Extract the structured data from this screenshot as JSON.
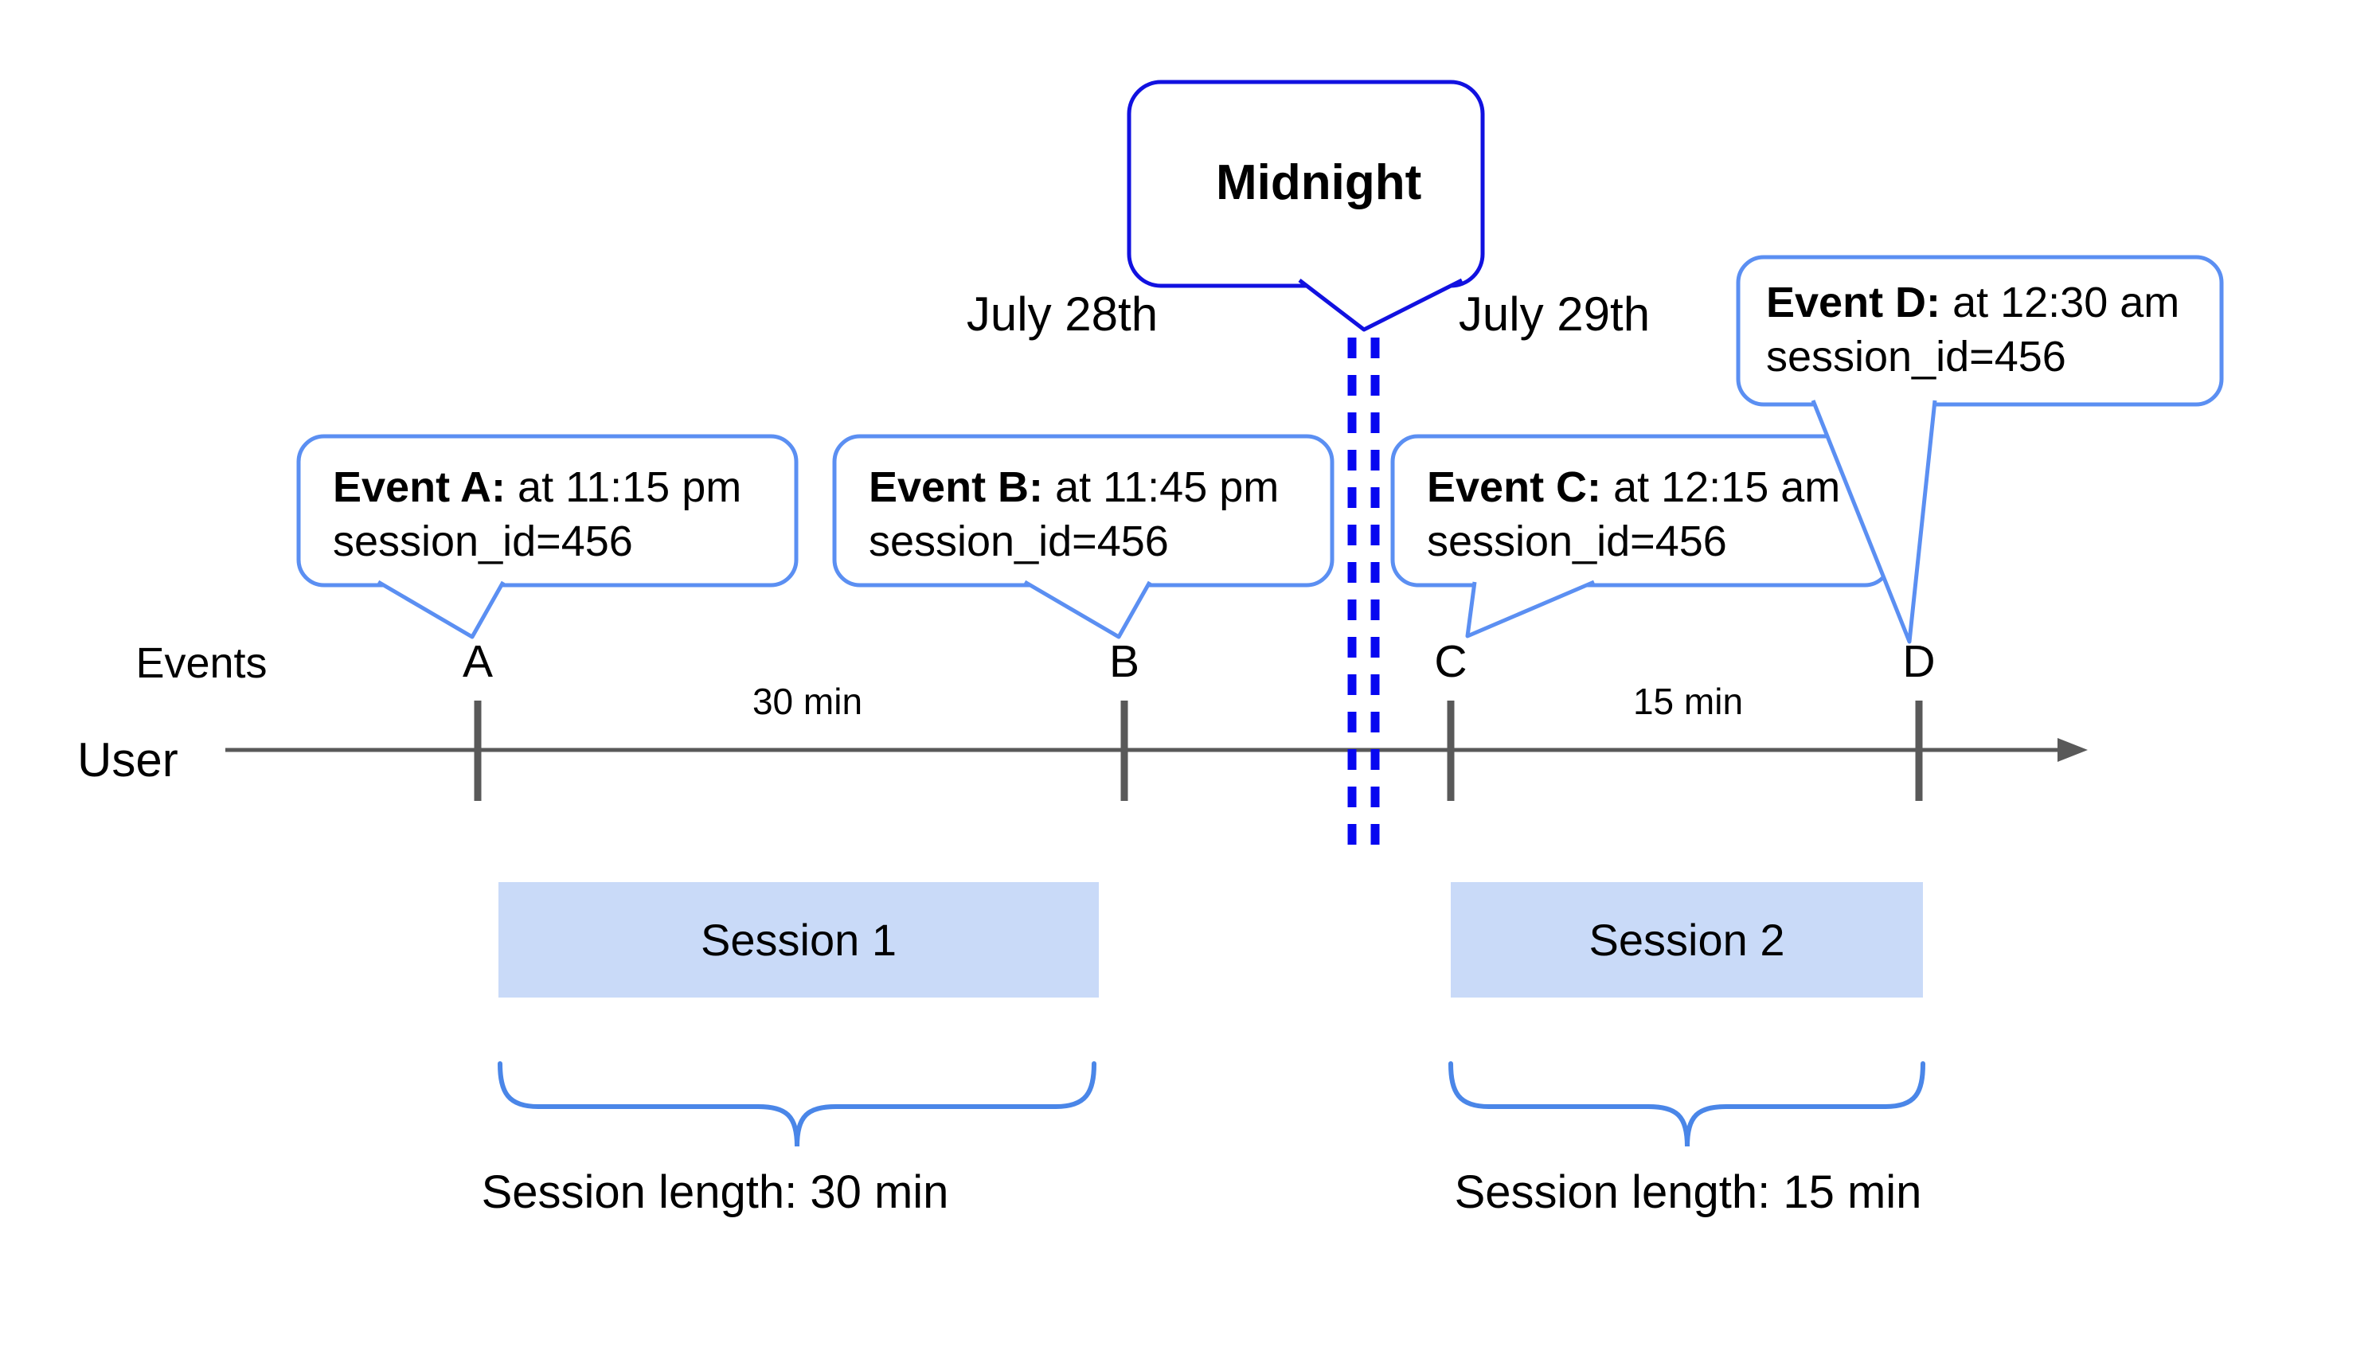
{
  "labels": {
    "midnight": "Midnight",
    "date_left": "July 28th",
    "date_right": "July 29th",
    "events_axis": "Events",
    "user_axis": "User",
    "gap_ab": "30 min",
    "gap_cd": "15 min"
  },
  "event_callouts": [
    {
      "letter": "A",
      "title": "Event A:",
      "time": "at 11:15 pm",
      "detail": "session_id=456"
    },
    {
      "letter": "B",
      "title": "Event B:",
      "time": "at 11:45 pm",
      "detail": "session_id=456"
    },
    {
      "letter": "C",
      "title": "Event C:",
      "time": "at 12:15 am",
      "detail": "session_id=456"
    },
    {
      "letter": "D",
      "title": "Event D:",
      "time": "at 12:30 am",
      "detail": "session_id=456"
    }
  ],
  "sessions": [
    {
      "label": "Session 1",
      "length_label": "Session length: 30 min"
    },
    {
      "label": "Session 2",
      "length_label": "Session length: 15 min"
    }
  ],
  "colors": {
    "timeline_gray": "#595959",
    "callout_blue": "#5b8ff2",
    "brace_blue": "#4a86e8",
    "midnight_blue": "#1111e0",
    "dash_blue": "#0707f0",
    "session_fill": "#c9daf8",
    "text_black": "#000000",
    "background": "#ffffff"
  }
}
